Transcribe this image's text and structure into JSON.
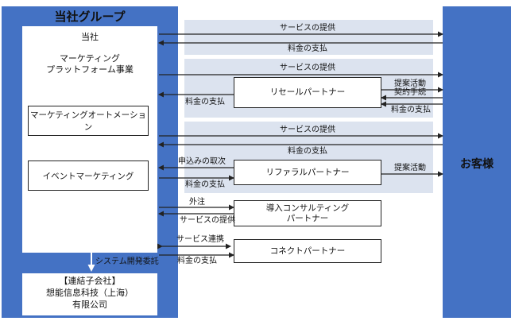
{
  "group": {
    "title": "当社グループ",
    "company": "当社",
    "marketing_business_line1": "マーケティング",
    "marketing_business_line2": "プラットフォーム事業",
    "marketing_automation": "マーケティングオートメーション",
    "event_marketing": "イベントマーケティング",
    "dev_outsourcing": "システム開発委託",
    "subsidiary_line1": "【連結子会社】",
    "subsidiary_line2": "想能信息科技（上海）",
    "subsidiary_line3": "有限公司"
  },
  "customer": {
    "label": "お客様"
  },
  "flows": {
    "direct_service": "サービスの提供",
    "direct_payment": "料金の支払",
    "resale_service": "サービスの提供",
    "resale_payment": "料金の支払",
    "resale_partner_payment": "料金の支払",
    "resale_proposal": "提案活動",
    "resale_contract": "契約手続",
    "referral_service": "サービスの提供",
    "referral_payment": "料金の支払",
    "referral_intake": "申込みの取次",
    "referral_fee_payment": "料金の支払",
    "referral_proposal": "提案活動",
    "consulting_outsource": "外注",
    "consulting_service": "サービスの提供",
    "connect_service": "サービス連携",
    "connect_payment": "料金の支払"
  },
  "partners": {
    "resale": "リセールパートナー",
    "referral": "リファラルパートナー",
    "consulting_line1": "導入コンサルティング",
    "consulting_line2": "パートナー",
    "connect": "コネクトパートナー"
  }
}
